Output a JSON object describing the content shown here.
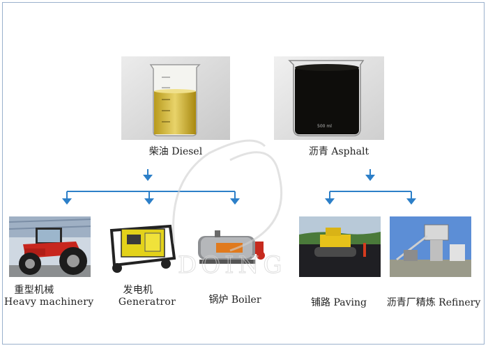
{
  "sources": [
    {
      "id": "diesel",
      "label": "柴油 Diesel"
    },
    {
      "id": "asphalt",
      "label": "沥青 Asphalt"
    }
  ],
  "uses": [
    {
      "id": "machinery",
      "label_cn": "重型机械",
      "label_en": "Heavy machinery"
    },
    {
      "id": "generator",
      "label_cn": "发电机",
      "label_en": "Generatror"
    },
    {
      "id": "boiler",
      "label": "锅炉 Boiler"
    },
    {
      "id": "paving",
      "label": "铺路 Paving"
    },
    {
      "id": "refinery",
      "label": "沥青厂精炼 Refinery"
    }
  ],
  "watermark": "DOING",
  "colors": {
    "arrow": "#2c7fc8",
    "border": "#9ab0cc"
  }
}
